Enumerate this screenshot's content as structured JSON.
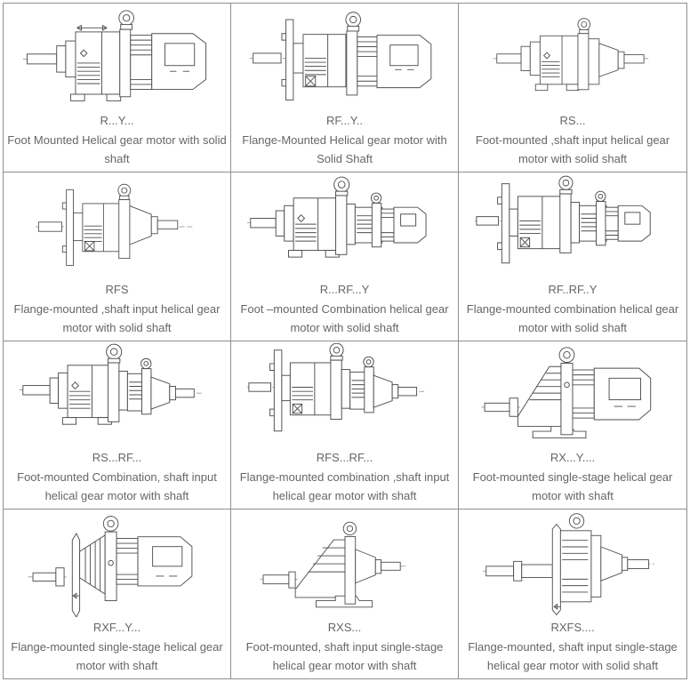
{
  "page": {
    "title": "Helical gear motor mounting configurations catalog",
    "grid": {
      "rows": 4,
      "columns": 3
    }
  },
  "colors": {
    "background": "#ffffff",
    "grid_line": "#8f8f8f",
    "text": "#666666",
    "drawing_line": "#4d4d4d"
  },
  "cells": [
    {
      "code": "R...Y...",
      "description": "Foot Mounted Helical gear motor with solid shaft",
      "drawing": "foot-mounted-gear-unit-with-motor-solid-shaft-left"
    },
    {
      "code": "RF...Y..",
      "description": "Flange-Mounted Helical gear motor with Solid Shaft",
      "drawing": "flange-mounted-gear-unit-with-motor-solid-shaft-left"
    },
    {
      "code": "RS...",
      "description": "Foot-mounted ,shaft input helical gear motor with solid shaft",
      "drawing": "foot-mounted-gear-unit-shaft-input-shafts-both-ends"
    },
    {
      "code": "RFS",
      "description": "Flange-mounted ,shaft input helical gear motor with solid shaft",
      "drawing": "flange-mounted-gear-unit-shaft-input-shafts-both-ends"
    },
    {
      "code": "R...RF...Y",
      "description": "Foot –mounted Combination helical gear motor with solid shaft",
      "drawing": "foot-mounted-combination-gear-units-with-motor"
    },
    {
      "code": "RF..RF..Y",
      "description": "Flange-mounted combination helical gear motor with solid shaft",
      "drawing": "flange-mounted-combination-gear-units-with-motor"
    },
    {
      "code": "RS...RF...",
      "description": "Foot-mounted Combination, shaft input helical gear motor with shaft",
      "drawing": "foot-mounted-combination-gear-units-shaft-input"
    },
    {
      "code": "RFS...RF...",
      "description": "Flange-mounted combination ,shaft input helical gear motor with shaft",
      "drawing": "flange-mounted-combination-gear-units-shaft-input"
    },
    {
      "code": "RX...Y....",
      "description": "Foot-mounted single-stage helical gear motor with shaft",
      "drawing": "foot-mounted-single-stage-gear-unit-with-motor"
    },
    {
      "code": "RXF...Y...",
      "description": "Flange-mounted single-stage helical gear motor with shaft",
      "drawing": "flange-mounted-single-stage-gear-unit-with-motor"
    },
    {
      "code": "RXS...",
      "description": "Foot-mounted, shaft input single-stage helical gear motor with shaft",
      "drawing": "foot-mounted-single-stage-gear-unit-shaft-input"
    },
    {
      "code": "RXFS....",
      "description": "Flange-mounted, shaft input single-stage helical gear motor with solid shaft",
      "drawing": "flange-mounted-single-stage-gear-unit-shaft-input"
    }
  ]
}
